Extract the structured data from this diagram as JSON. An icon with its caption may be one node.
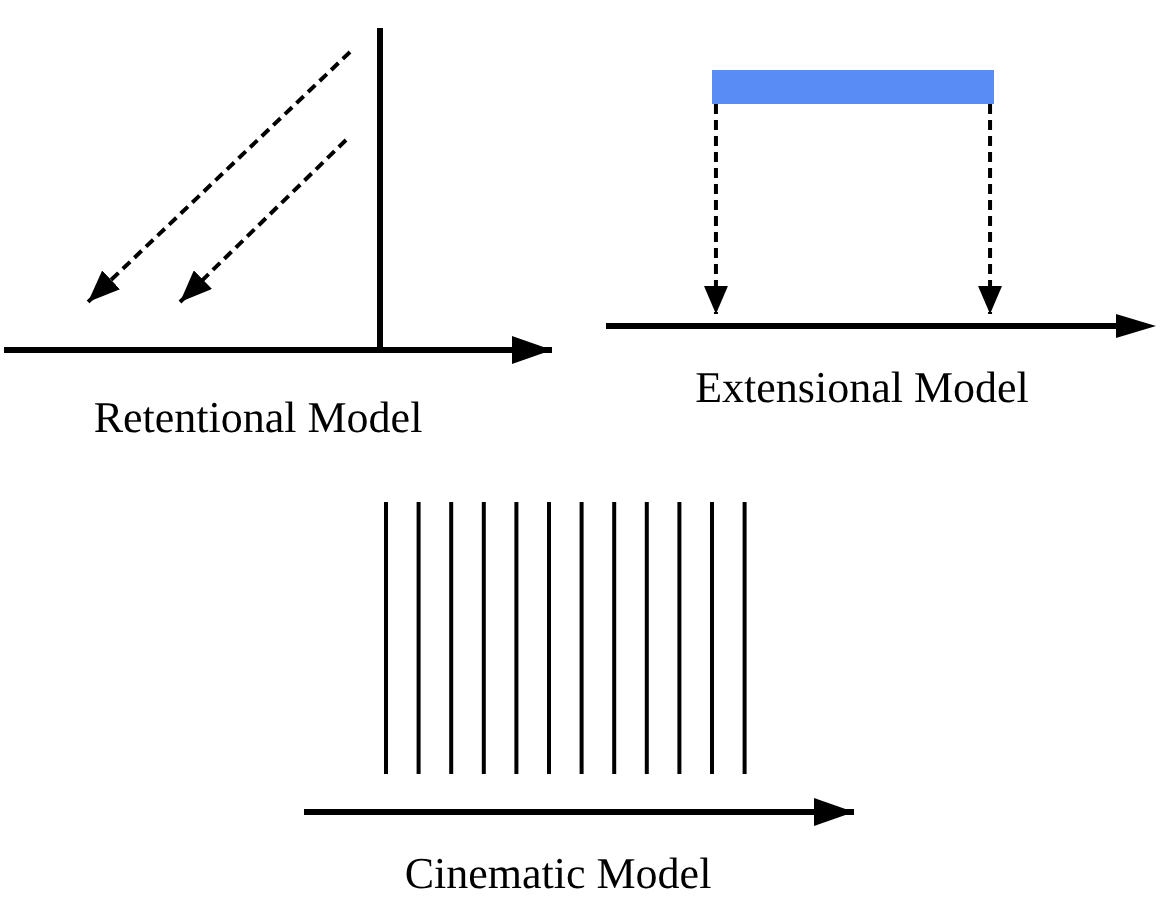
{
  "diagram": {
    "nodes": [
      {
        "text": [],
        "shape": "bar"
      },
      {
        "text": [],
        "shape": "arrow"
      }
    ],
    "edges": [
      {
        "from": 0,
        "to": 1,
        "arrow": "to",
        "style": "dashed"
      },
      {
        "from": 0,
        "to": 1,
        "arrow": "to",
        "style": "dashed"
      }
    ],
    "labels": [
      "Retentional Model",
      "Extensional Model",
      "Cinematic Model"
    ]
  }
}
